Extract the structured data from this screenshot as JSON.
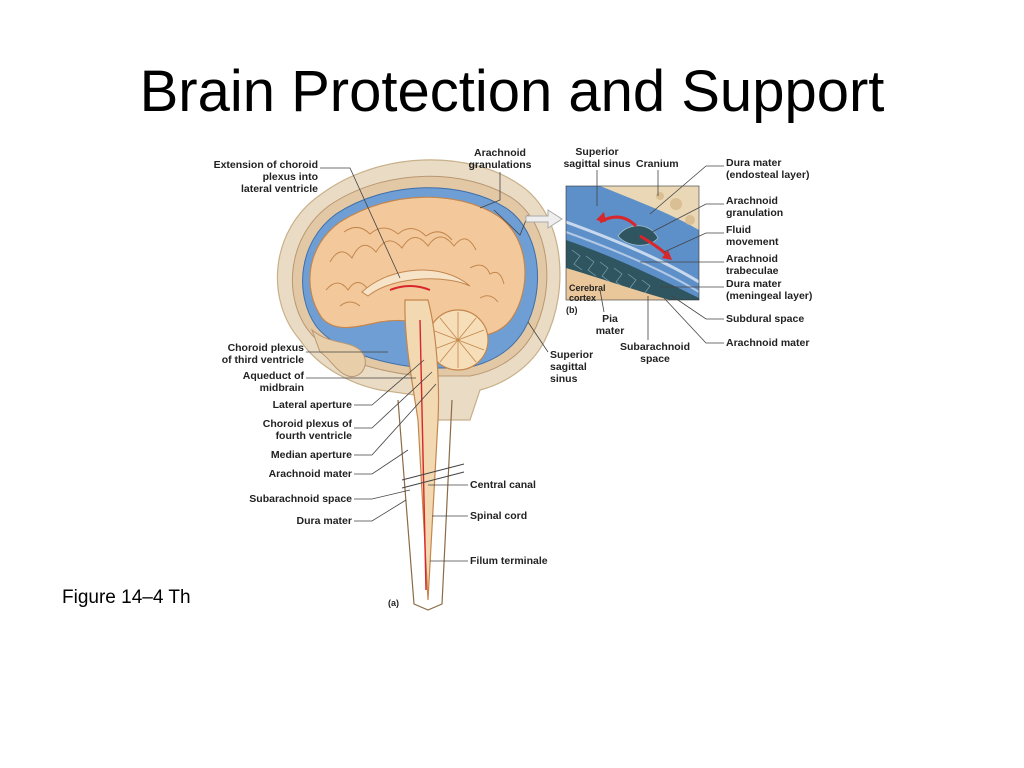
{
  "slide": {
    "title": "Brain Protection and Support",
    "caption": "Figure 14–4 Th"
  },
  "figure": {
    "panel_a_label": "(a)",
    "panel_b_label": "(b)",
    "labels_a": {
      "extension_choroid": [
        "Extension of choroid",
        "plexus into",
        "lateral ventricle"
      ],
      "arachnoid_granulations": [
        "Arachnoid",
        "granulations"
      ],
      "choroid_third": [
        "Choroid plexus",
        "of third ventricle"
      ],
      "aqueduct": [
        "Aqueduct of",
        "midbrain"
      ],
      "lateral_aperture": "Lateral aperture",
      "choroid_fourth": [
        "Choroid plexus of",
        "fourth ventricle"
      ],
      "median_aperture": "Median aperture",
      "arachnoid_mater": "Arachnoid mater",
      "subarachnoid_space": "Subarachnoid space",
      "dura_mater": "Dura mater",
      "superior_sagittal_sinus": [
        "Superior",
        "sagittal",
        "sinus"
      ],
      "central_canal": "Central canal",
      "spinal_cord": "Spinal cord",
      "filum_terminale": "Filum terminale"
    },
    "labels_b": {
      "superior_sagittal_sinus": [
        "Superior",
        "sagittal sinus"
      ],
      "cranium": "Cranium",
      "dura_endosteal": [
        "Dura mater",
        "(endosteal layer)"
      ],
      "arachnoid_granulation": [
        "Arachnoid",
        "granulation"
      ],
      "fluid_movement": [
        "Fluid",
        "movement"
      ],
      "arachnoid_trabeculae": [
        "Arachnoid",
        "trabeculae"
      ],
      "dura_meningeal": [
        "Dura mater",
        "(meningeal layer)"
      ],
      "cerebral_cortex": [
        "Cerebral",
        "cortex"
      ],
      "pia_mater": [
        "Pia",
        "mater"
      ],
      "subarachnoid_space": [
        "Subarachnoid",
        "space"
      ],
      "subdural_space": "Subdural space",
      "arachnoid_mater": "Arachnoid mater"
    }
  },
  "colors": {
    "csf_blue": "#5b8fc9",
    "brain_tan": "#f1c79a",
    "brain_outline": "#c98b55",
    "skin": "#e9d9bf",
    "flow_red": "#d8262b",
    "trabeculae_dark": "#2f5560"
  }
}
